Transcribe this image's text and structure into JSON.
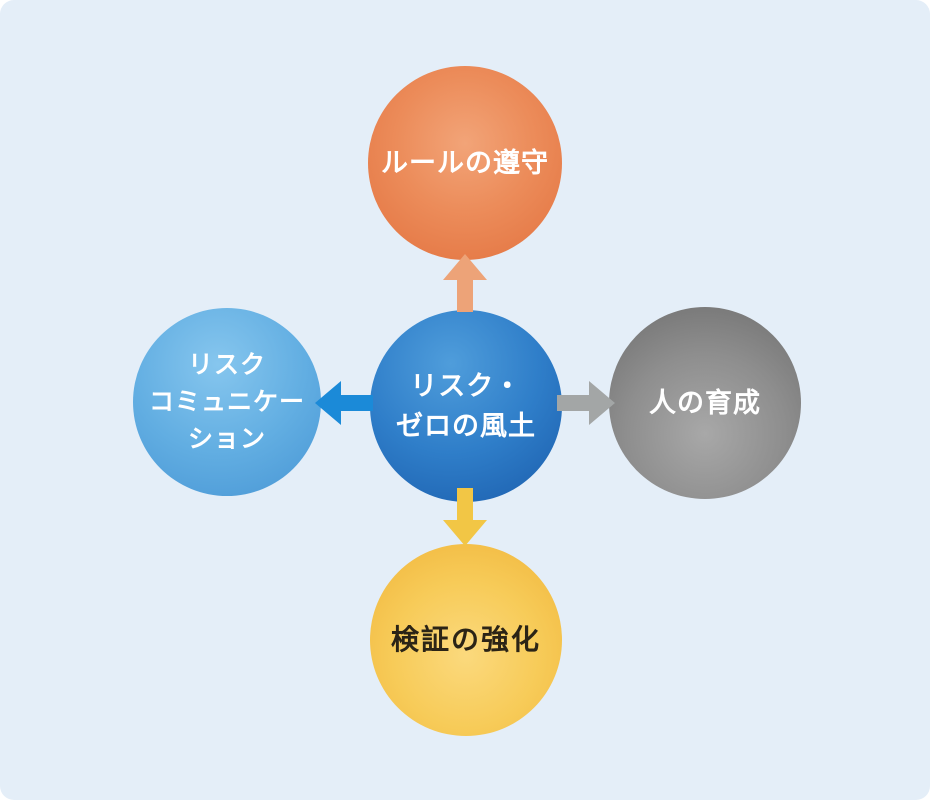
{
  "canvas": {
    "background_color": "#e4eef8",
    "page_background": "#ffffff"
  },
  "diagram": {
    "center": {
      "lines": [
        "リスク・",
        "ゼロの風土"
      ],
      "color": "#2f7ec9",
      "text_color": "#ffffff"
    },
    "top": {
      "lines": [
        "ルールの遵守"
      ],
      "color": "#e8824e",
      "text_color": "#ffffff"
    },
    "left": {
      "lines": [
        "リスク",
        "コミュニケー",
        "ション"
      ],
      "color": "#62aee2",
      "text_color": "#ffffff"
    },
    "right": {
      "lines": [
        "人の育成"
      ],
      "color": "#8e8e8e",
      "text_color": "#ffffff"
    },
    "bottom": {
      "lines": [
        "検証の強化"
      ],
      "color": "#f7cb58",
      "text_color": "#2b2416"
    },
    "arrows": {
      "up": {
        "direction": "up",
        "color": "#eda378"
      },
      "left": {
        "direction": "left",
        "color": "#1b8ad8"
      },
      "right": {
        "direction": "right",
        "color": "#a3a6a6"
      },
      "down": {
        "direction": "down",
        "color": "#f2c645"
      }
    }
  }
}
